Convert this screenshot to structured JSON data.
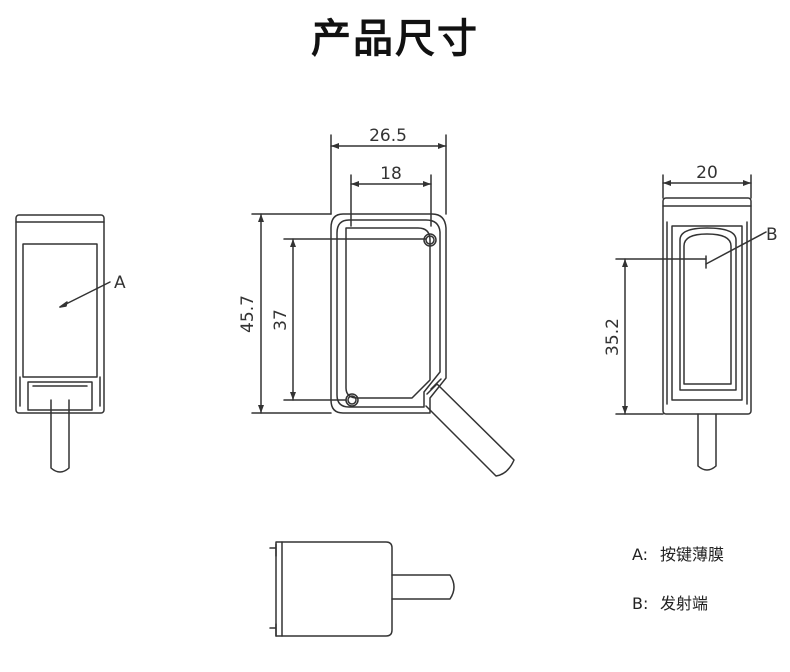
{
  "title": "产品尺寸",
  "labels": {
    "callout_a": "A",
    "callout_b": "B"
  },
  "dimensions": {
    "front_width_outer": "26.5",
    "front_width_inner": "18",
    "front_height_outer": "45.7",
    "front_height_inner": "37",
    "side_width": "20",
    "side_height": "35.2"
  },
  "legend": [
    {
      "key": "A:",
      "text": "按键薄膜"
    },
    {
      "key": "B:",
      "text": "发射端"
    }
  ]
}
